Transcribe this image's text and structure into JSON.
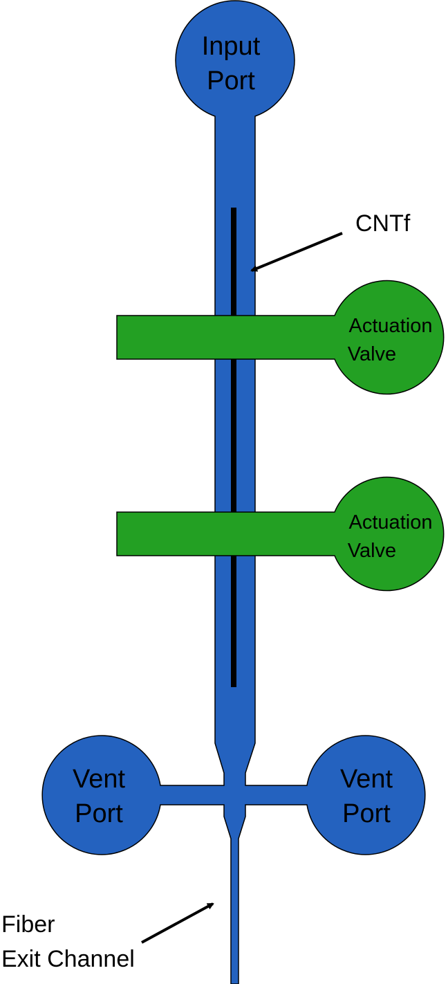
{
  "colors": {
    "channel": "#2462BF",
    "valve": "#23A023",
    "outline": "#000000",
    "fiber": "#000000",
    "background": "#FFFFFF"
  },
  "labels": {
    "input_port": [
      "Input",
      "Port"
    ],
    "cntf": "CNTf",
    "actuation_valve_top": [
      "Actuation",
      "Valve"
    ],
    "actuation_valve_bottom": [
      "Actuation",
      "Valve"
    ],
    "vent_port_left": [
      "Vent",
      "Port"
    ],
    "vent_port_right": [
      "Vent",
      "Port"
    ],
    "fiber_exit": [
      "Fiber",
      "Exit Channel"
    ]
  }
}
